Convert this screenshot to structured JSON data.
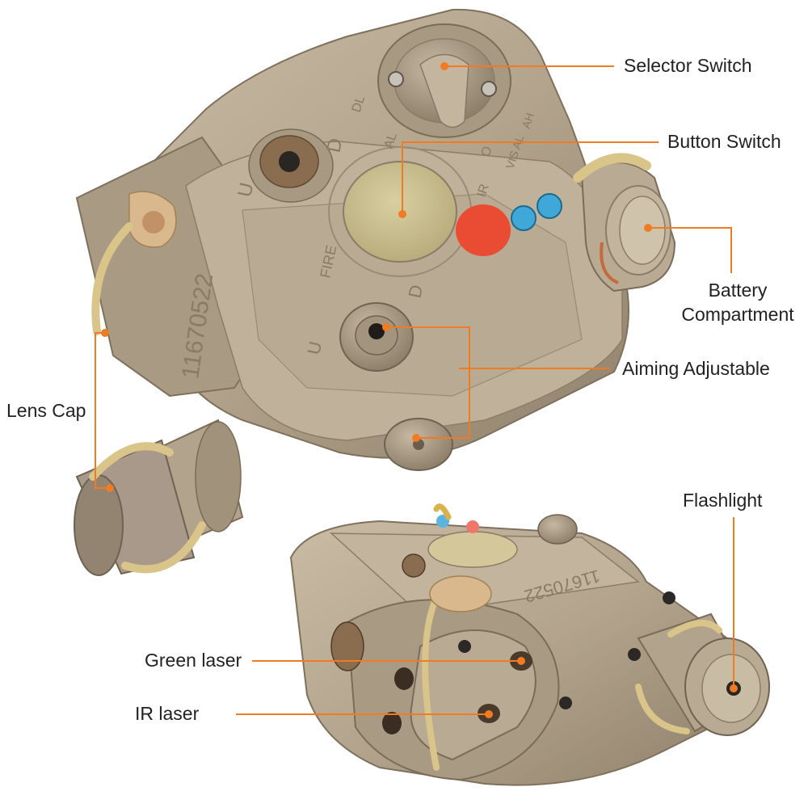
{
  "accent_color": "#f07b22",
  "body_color": "#b3a48d",
  "device_text": {
    "serial": "11670522",
    "selector_modes": [
      "DL",
      "D",
      "AL",
      "O",
      "IR",
      "VIS AL",
      "AH"
    ],
    "fire": "FIRE",
    "u": "U",
    "d": "D"
  },
  "callouts": {
    "selector_switch": "Selector Switch",
    "button_switch": "Button Switch",
    "battery_line1": "Battery",
    "battery_line2": "Compartment",
    "aiming_adjustable": "Aiming Adjustable",
    "lens_cap": "Lens Cap",
    "flashlight": "Flashlight",
    "green_laser": "Green laser",
    "ir_laser": "IR laser"
  }
}
